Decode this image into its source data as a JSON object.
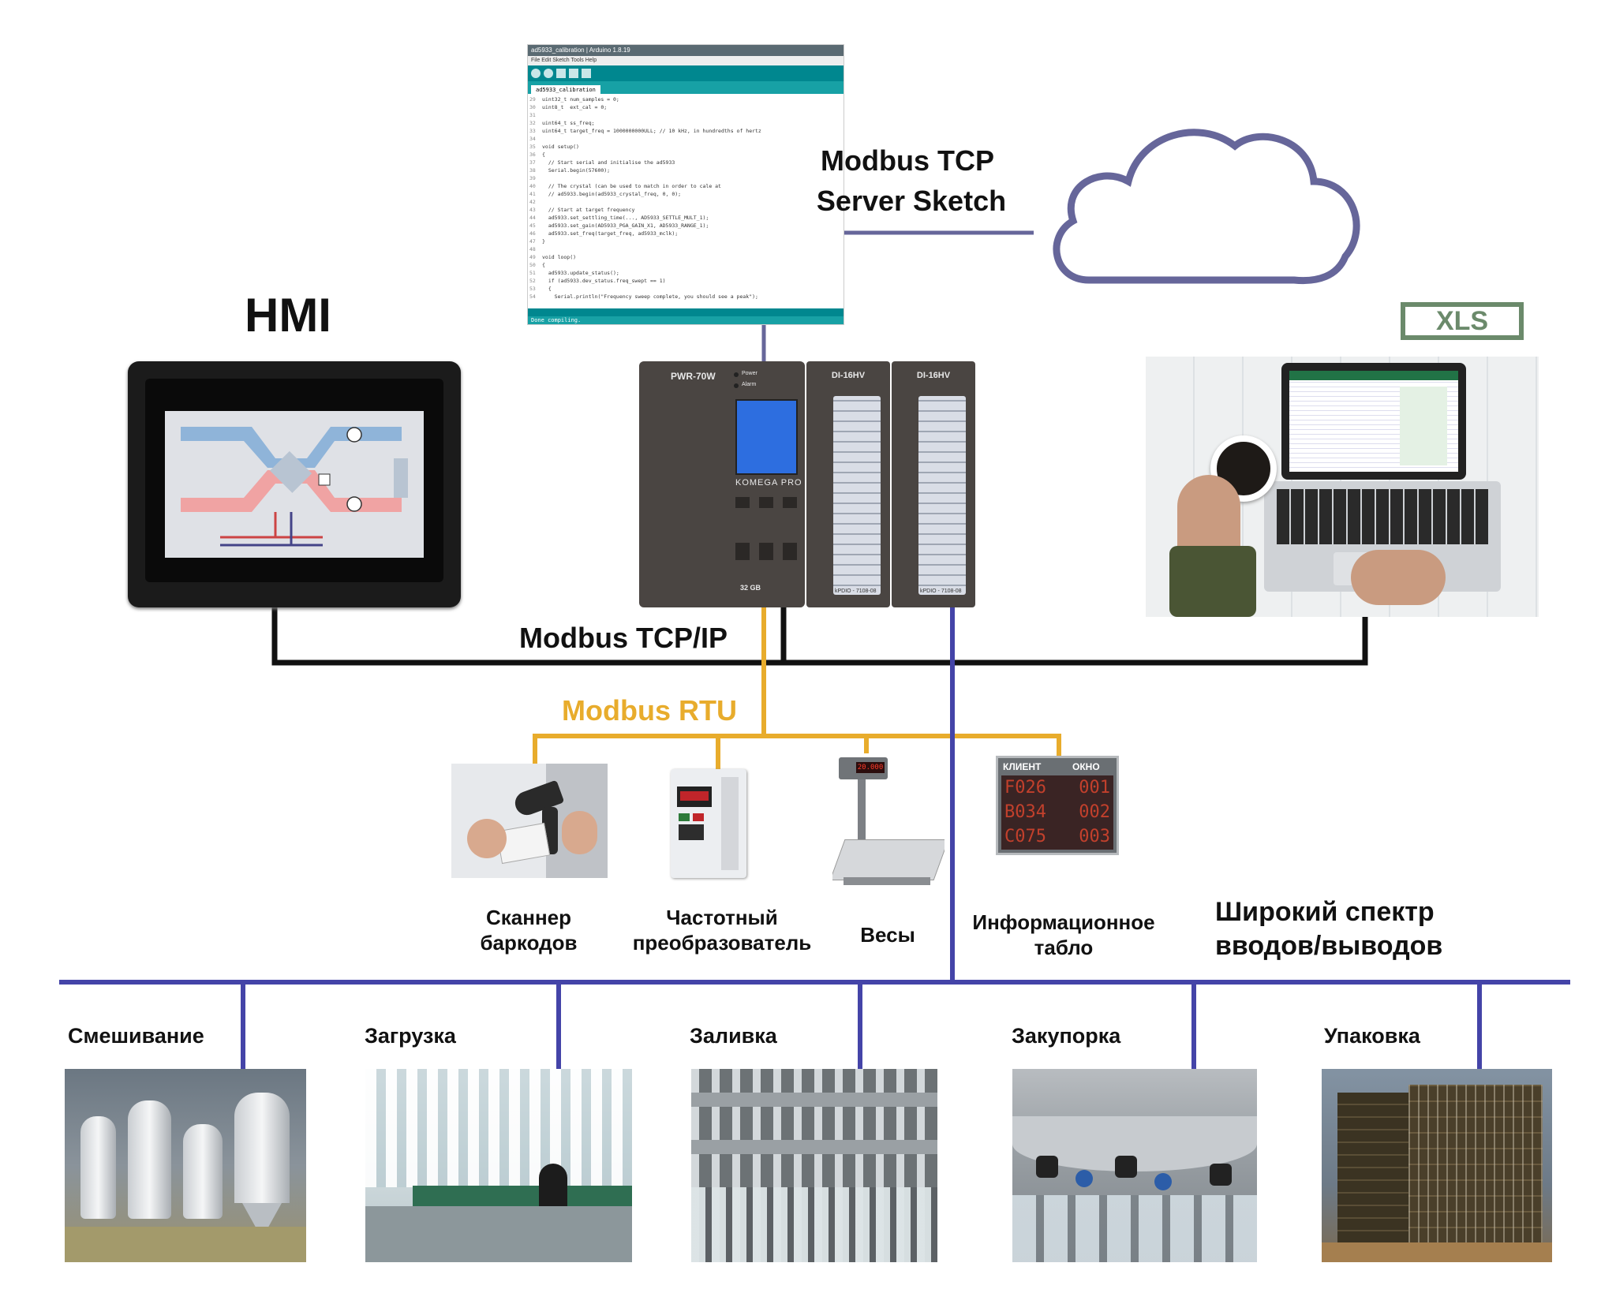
{
  "code_window": {
    "title": "ad5933_calibration | Arduino 1.8.19",
    "menu": "File Edit Sketch Tools Help",
    "tab": "ad5933_calibration",
    "status": "Done compiling.",
    "lines": [
      {
        "n": "29",
        "t": "uint32_t num_samples = 0;"
      },
      {
        "n": "30",
        "t": "uint8_t  ext_cal = 0;"
      },
      {
        "n": "31",
        "t": ""
      },
      {
        "n": "32",
        "t": "uint64_t ss_freq;"
      },
      {
        "n": "33",
        "t": "uint64_t target_freq = 1000000000ULL; // 10 kHz, in hundredths of hertz"
      },
      {
        "n": "34",
        "t": ""
      },
      {
        "n": "35",
        "t": "void setup()"
      },
      {
        "n": "36",
        "t": "{"
      },
      {
        "n": "37",
        "t": "  // Start serial and initialise the ad5933"
      },
      {
        "n": "38",
        "t": "  Serial.begin(57600);"
      },
      {
        "n": "39",
        "t": ""
      },
      {
        "n": "40",
        "t": "  // The crystal (can be used to match in order to cale at"
      },
      {
        "n": "41",
        "t": "  // ad5933.begin(ad5933_crystal_freq, 0, 0);"
      },
      {
        "n": "42",
        "t": ""
      },
      {
        "n": "43",
        "t": "  // Start at target frequency"
      },
      {
        "n": "44",
        "t": "  ad5933.set_settling_time(..., AD5933_SETTLE_MULT_1);"
      },
      {
        "n": "45",
        "t": "  ad5933.set_gain(AD5933_PGA_GAIN_X1, AD5933_RANGE_1);"
      },
      {
        "n": "46",
        "t": "  ad5933.set_freq(target_freq, ad5933_mclk);"
      },
      {
        "n": "47",
        "t": "}"
      },
      {
        "n": "48",
        "t": ""
      },
      {
        "n": "49",
        "t": "void loop()"
      },
      {
        "n": "50",
        "t": "{"
      },
      {
        "n": "51",
        "t": "  ad5933.update_status();"
      },
      {
        "n": "52",
        "t": "  if (ad5933.dev_status.freq_swept == 1)"
      },
      {
        "n": "53",
        "t": "  {"
      },
      {
        "n": "54",
        "t": "    Serial.println(\"Frequency sweep complete, you should see a peak\");"
      }
    ]
  },
  "labels": {
    "modbus_tcp_sketch_line1": "Modbus TCP",
    "modbus_tcp_sketch_line2": "Server Sketch",
    "hmi": "HMI",
    "xls": "XLS",
    "modbus_tcpip": "Modbus TCP/IP",
    "modbus_rtu": "Modbus RTU",
    "wide_range_line1": "Широкий спектр",
    "wide_range_line2": "вводов/выводов"
  },
  "plc": {
    "psu_label": "PWR-70W",
    "power_led": "Power",
    "alarm_led": "Alarm",
    "brand": "KOMEGA PRO",
    "sd_label": "32 GB",
    "module1": "DI-16HV",
    "module2": "DI-16HV",
    "module_code": "kPDIO - 7108-08"
  },
  "rtu_devices": [
    {
      "line1": "Сканнер",
      "line2": "баркодов"
    },
    {
      "line1": "Частотный",
      "line2": "преобразователь"
    },
    {
      "line1": "Весы",
      "line2": ""
    },
    {
      "line1": "Информационное",
      "line2": "табло"
    }
  ],
  "scale_display": "20.000",
  "info_board": {
    "header_left": "КЛИЕНТ",
    "header_right": "ОКНО",
    "rows": [
      {
        "left": "F026",
        "right": "001"
      },
      {
        "left": "B034",
        "right": "002"
      },
      {
        "left": "C075",
        "right": "003"
      }
    ]
  },
  "production_stages": [
    {
      "label": "Смешивание"
    },
    {
      "label": "Загрузка"
    },
    {
      "label": "Заливка"
    },
    {
      "label": "Закупорка"
    },
    {
      "label": "Упаковка"
    }
  ],
  "colors": {
    "tcp_black": "#111111",
    "rtu_orange": "#e8ac2c",
    "io_blue": "#4444a8",
    "cloud_link": "#66669a",
    "xls_green": "#6b8a6b"
  }
}
